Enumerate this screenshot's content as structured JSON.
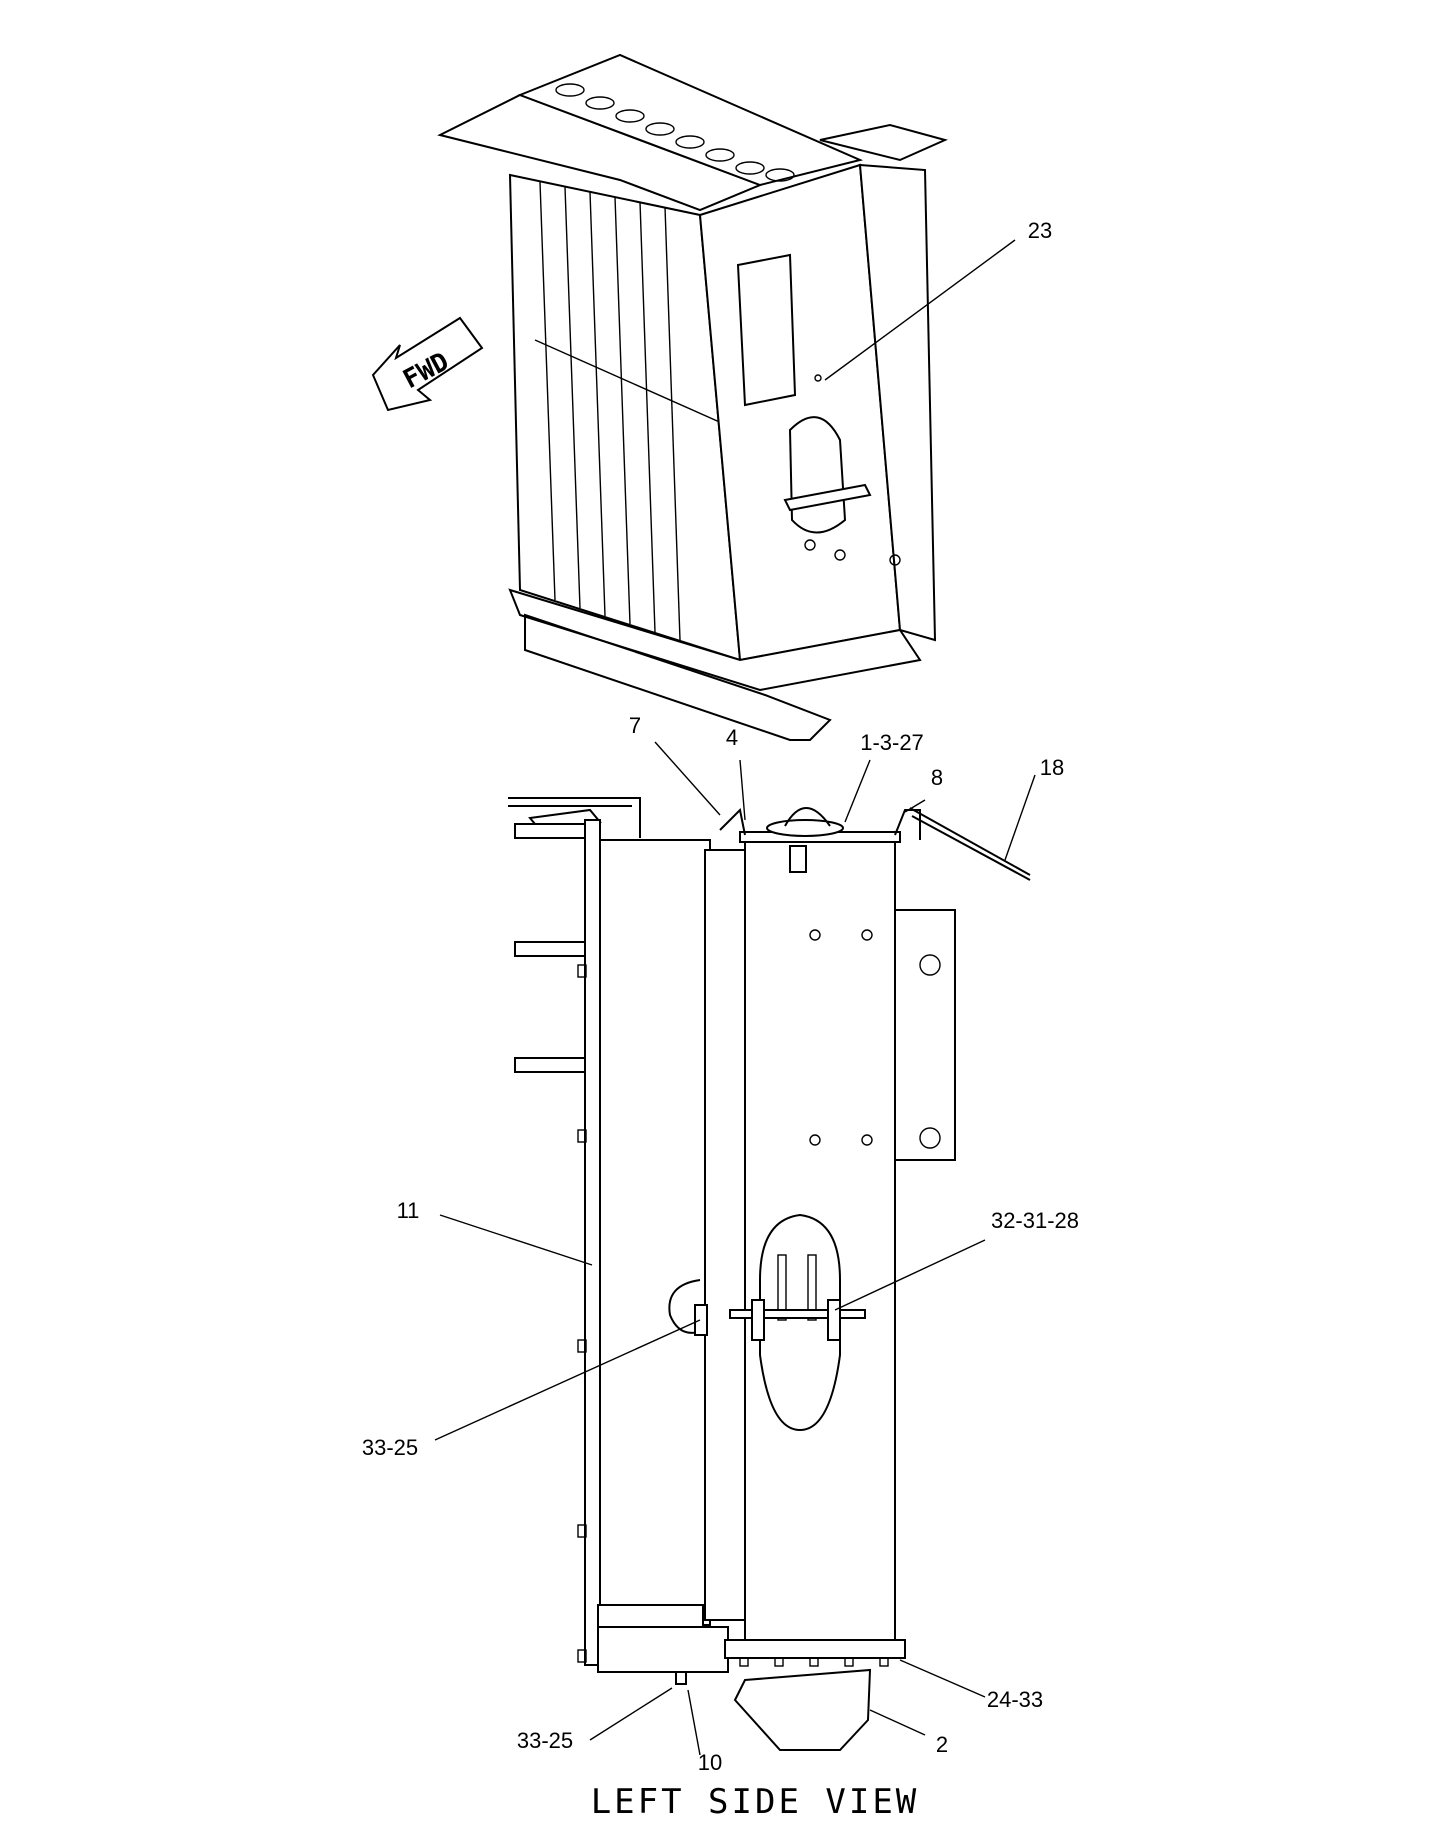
{
  "view_title": "LEFT SIDE VIEW",
  "fwd_label": "FWD",
  "callouts": {
    "c23": "23",
    "c7": "7",
    "c4": "4",
    "c1_3_27": "1-3-27",
    "c8": "8",
    "c18": "18",
    "c11": "11",
    "c32_31_28": "32-31-28",
    "c33_25_mid": "33-25",
    "c24_33": "24-33",
    "c2": "2",
    "c33_25_bottom": "33-25",
    "c10": "10"
  }
}
